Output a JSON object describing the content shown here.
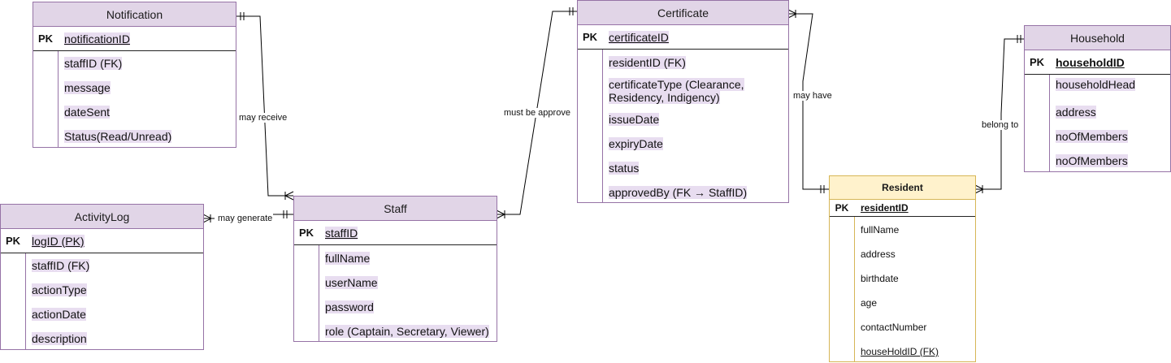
{
  "entities": {
    "notification": {
      "title": "Notification",
      "pk_label": "PK",
      "pk": "notificationID",
      "attrs": [
        "staffID (FK)",
        "message",
        "dateSent",
        "Status(Read/Unread)"
      ]
    },
    "activitylog": {
      "title": "ActivityLog",
      "pk_label": "PK",
      "pk": "logID (PK)",
      "attrs": [
        "staffID (FK)",
        "actionType",
        "actionDate",
        "description"
      ]
    },
    "staff": {
      "title": "Staff",
      "pk_label": "PK",
      "pk": "staffID",
      "attrs": [
        "fullName",
        "userName",
        "password",
        "role (Captain, Secretary, Viewer)"
      ]
    },
    "certificate": {
      "title": "Certificate",
      "pk_label": "PK",
      "pk": "certificateID",
      "attrs": [
        "residentID (FK)",
        "certificateType (Clearance, Residency, Indigency)",
        "issueDate",
        "expiryDate",
        "status",
        "approvedBy (FK → StaffID)"
      ]
    },
    "resident": {
      "title": "Resident",
      "pk_label": "PK",
      "pk": "residentID",
      "attrs": [
        "fullName",
        "address",
        "birthdate",
        "age",
        "contactNumber",
        "houseHoldID (FK)"
      ]
    },
    "household": {
      "title": "Household",
      "pk_label": "PK",
      "pk": "householdID",
      "attrs": [
        "householdHead",
        "address",
        "noOfMembers",
        "noOfMembers"
      ]
    }
  },
  "relationships": {
    "notification_staff": "may receive",
    "activitylog_staff": "may generate",
    "staff_certificate": "must be approve",
    "certificate_resident": "may have",
    "resident_household": "belong to"
  },
  "colors": {
    "header_purple": "#e1d5e7",
    "border_purple": "#9673a6",
    "header_yellow": "#fff2cc",
    "border_yellow": "#d6b656",
    "line": "#000000"
  }
}
